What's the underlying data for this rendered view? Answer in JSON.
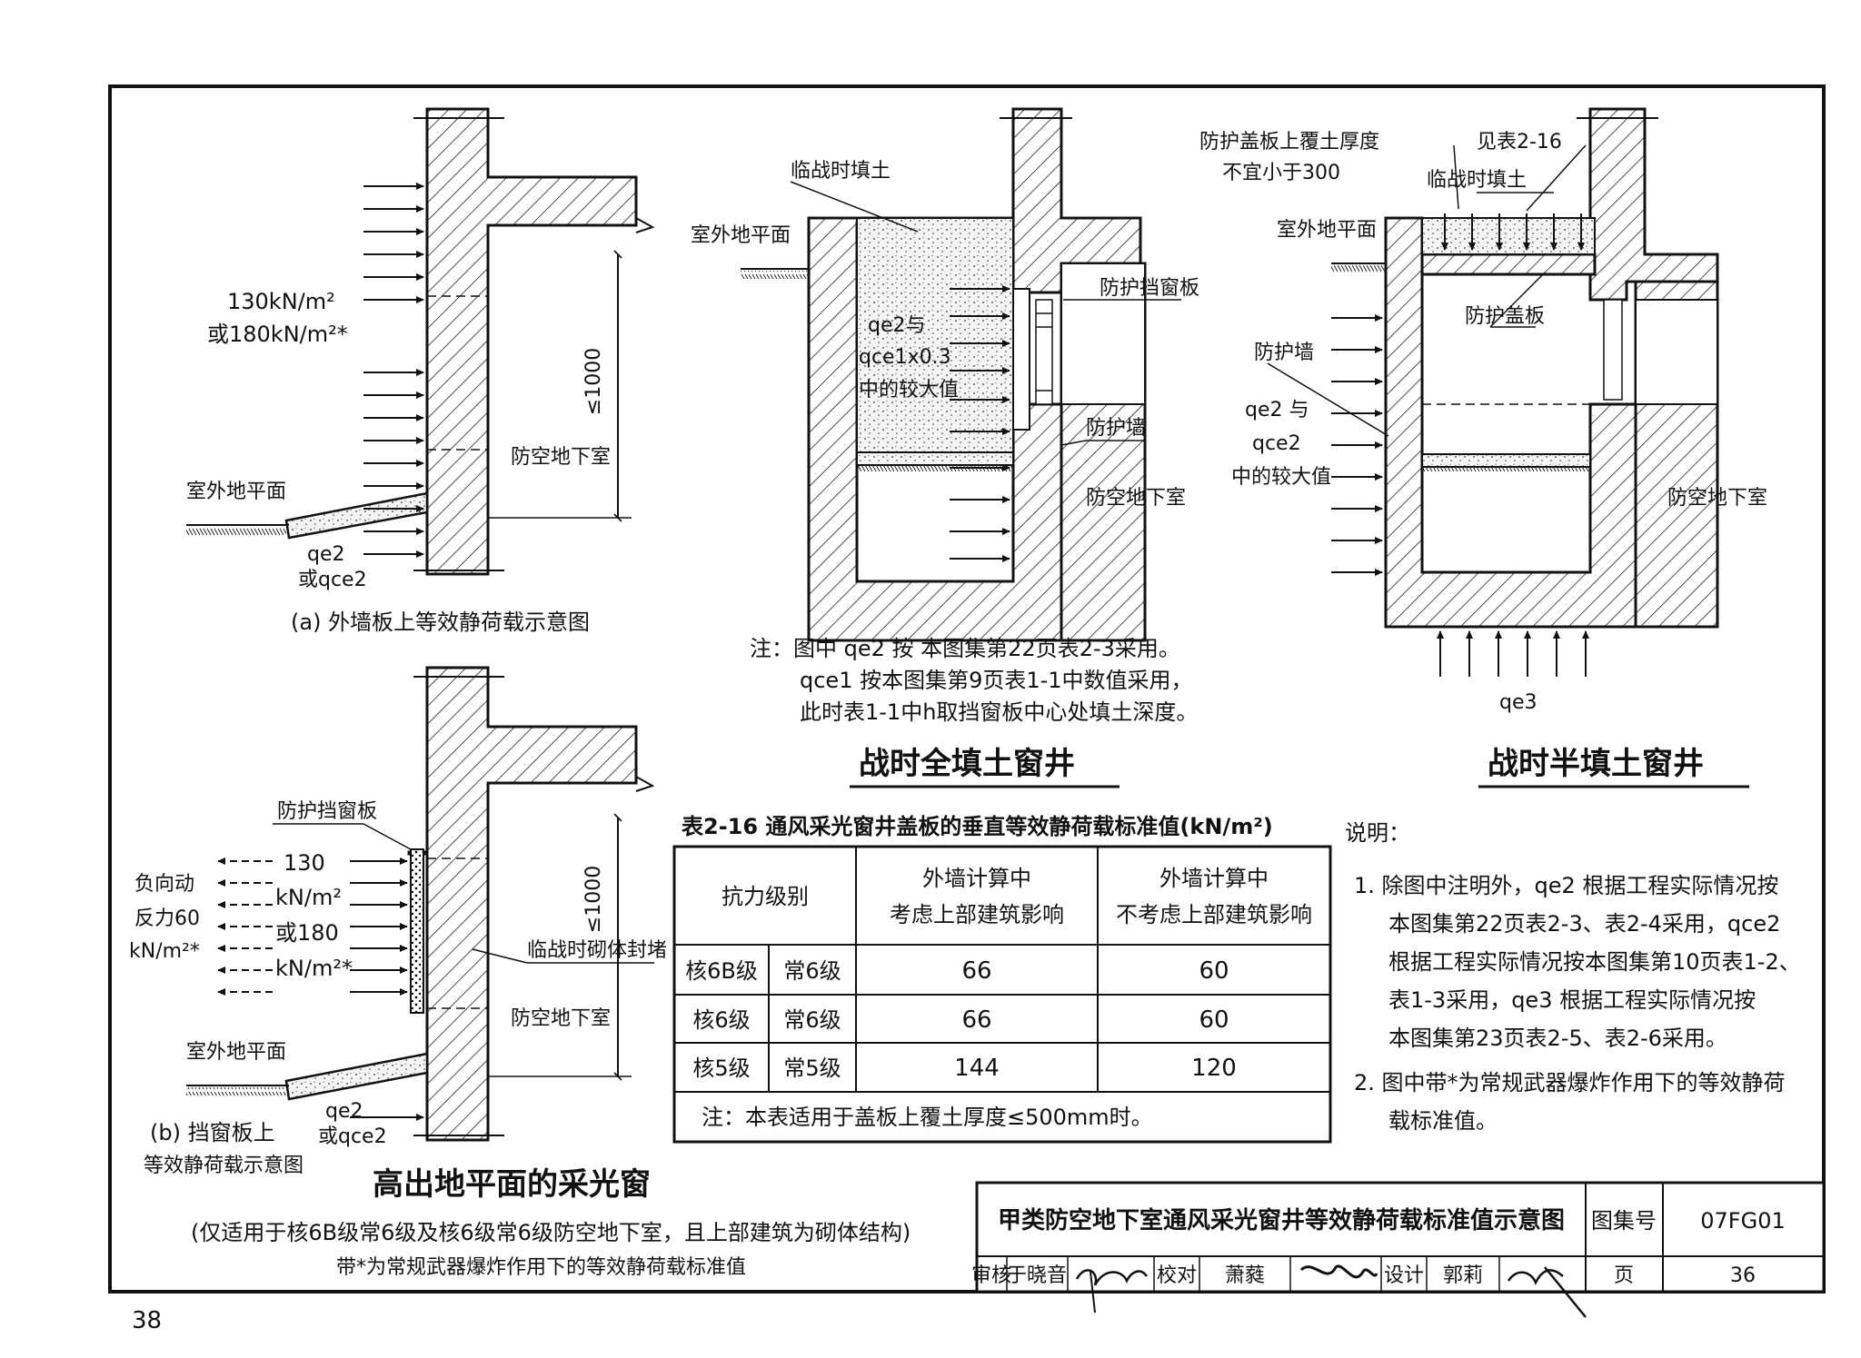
{
  "page_number": "38",
  "fig_a": {
    "load_line1": "130kN/m²",
    "load_line2": "或180kN/m²*",
    "dim": "≤1000",
    "basement": "防空地下室",
    "ground": "室外地平面",
    "q1": "qe2",
    "q2": "或qce2",
    "caption": "(a) 外墙板上等效静荷载示意图"
  },
  "fig_b": {
    "shutter": "防护挡窗板",
    "rebound_1": "负向动",
    "rebound_2": "反力60",
    "rebound_3": "kN/m²*",
    "load_1": "130",
    "load_2": "kN/m²",
    "load_3": "或180",
    "load_4": "kN/m²*",
    "dim": "≤1000",
    "masonry": "临战时砌体封堵",
    "basement": "防空地下室",
    "ground": "室外地平面",
    "q1": "qe2",
    "q2": "或qce2",
    "caption_1": "(b) 挡窗板上",
    "caption_2": "等效静荷载示意图"
  },
  "left_title": "高出地平面的采光窗",
  "left_subnote_1": "(仅适用于核6B级常6级及核6级常6级防空地下室，且上部建筑为砌体结构)",
  "left_subnote_2": "带*为常规武器爆炸作用下的等效静荷载标准值",
  "fig_full": {
    "fill": "临战时填土",
    "ground": "室外地平面",
    "shutter": "防护挡窗板",
    "load_1": "qe2与",
    "load_2": "qce1x0.3",
    "load_3": "中的较大值",
    "wall": "防护墙",
    "basement": "防空地下室",
    "note_1": "注：图中 qe2 按 本图集第22页表2-3采用。",
    "note_2": "qce1 按本图集第9页表1-1中数值采用，",
    "note_3": "此时表1-1中h取挡窗板中心处填土深度。",
    "title": "战时全填土窗井"
  },
  "fig_half": {
    "cover_depth_1": "防护盖板上覆土厚度",
    "cover_depth_2": "不宜小于300",
    "see_table": "见表2-16",
    "fill": "临战时填土",
    "ground": "室外地平面",
    "cover": "防护盖板",
    "wall": "防护墙",
    "load_1": "qe2 与",
    "load_2": "qce2",
    "load_3": "中的较大值",
    "basement": "防空地下室",
    "q_bottom": "qe3",
    "title": "战时半填土窗井"
  },
  "table": {
    "caption": "表2-16 通风采光窗井盖板的垂直等效静荷载标准值(kN/m²)",
    "header_level": "抗力级别",
    "header_col1_1": "外墙计算中",
    "header_col1_2": "考虑上部建筑影响",
    "header_col2_1": "外墙计算中",
    "header_col2_2": "不考虑上部建筑影响",
    "rows": [
      {
        "nuclear": "核6B级",
        "conventional": "常6级",
        "with": "66",
        "without": "60"
      },
      {
        "nuclear": "核6级",
        "conventional": "常6级",
        "with": "66",
        "without": "60"
      },
      {
        "nuclear": "核5级",
        "conventional": "常5级",
        "with": "144",
        "without": "120"
      }
    ],
    "note": "注：本表适用于盖板上覆土厚度≤500mm时。"
  },
  "explanation": {
    "heading": "说明：",
    "lines": [
      "1. 除图中注明外，qe2 根据工程实际情况按",
      "本图集第22页表2-3、表2-4采用，qce2",
      "根据工程实际情况按本图集第10页表1-2、",
      "表1-3采用，qe3 根据工程实际情况按",
      "本图集第23页表2-5、表2-6采用。",
      "2. 图中带*为常规武器爆炸作用下的等效静荷",
      "载标准值。"
    ]
  },
  "title_block": {
    "title": "甲类防空地下室通风采光窗井等效静荷载标准值示意图",
    "atlas_label": "图集号",
    "atlas_no": "07FG01",
    "review_label": "审核",
    "reviewer": "于晓音",
    "check_label": "校对",
    "checker": "萧蕤",
    "design_label": "设计",
    "designer": "郭莉",
    "page_label": "页",
    "page_no": "36"
  }
}
